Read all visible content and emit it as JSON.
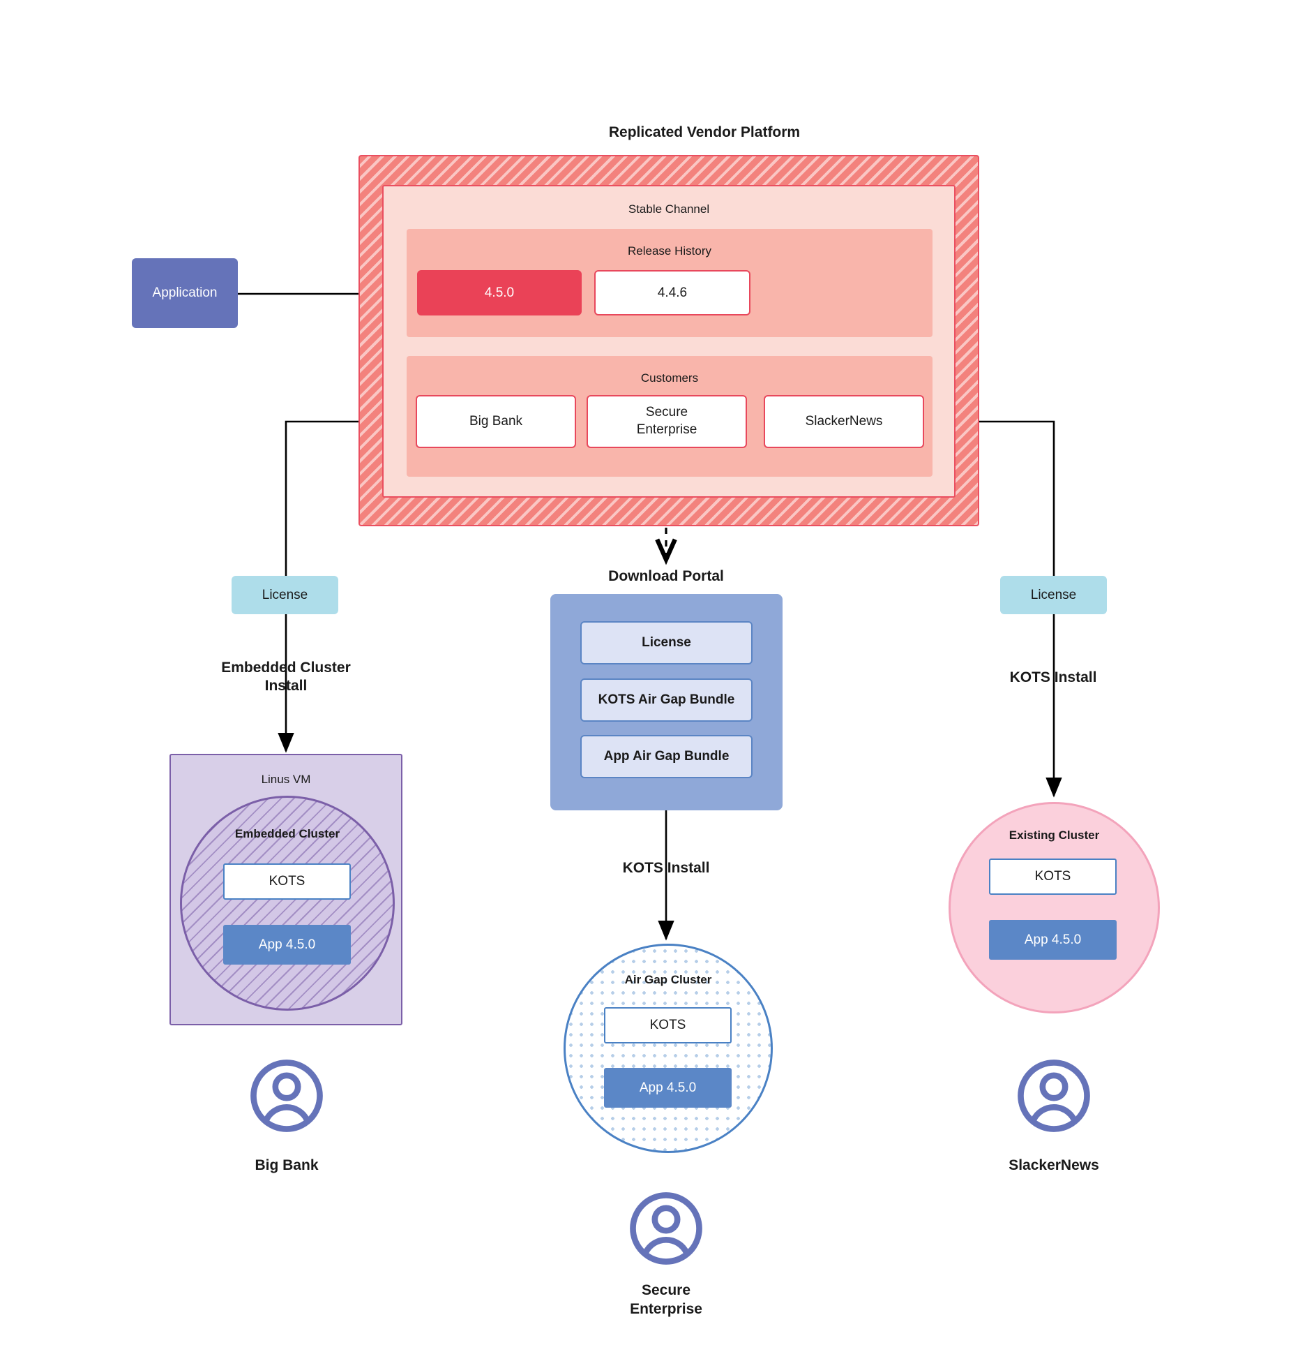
{
  "diagram": {
    "title": "Replicated Vendor Platform",
    "application_label": "Application",
    "channel_label": "Stable Channel",
    "release_history_label": "Release History",
    "releases": [
      {
        "version": "4.5.0",
        "state": "current"
      },
      {
        "version": "4.4.6",
        "state": "previous"
      }
    ],
    "customers_label": "Customers",
    "customers": [
      {
        "name": "Big Bank"
      },
      {
        "name": "Secure\nEnterprise"
      },
      {
        "name": "SlackerNews"
      }
    ],
    "license_badge_left": "License",
    "license_badge_right": "License",
    "flow_labels": {
      "left": "Embedded Cluster\nInstall",
      "center_portal": "Download  Portal",
      "center_install": "KOTS Install",
      "right": "KOTS Install"
    },
    "download_portal": {
      "title": "Download  Portal",
      "items": [
        "License",
        "KOTS Air Gap Bundle",
        "App Air Gap Bundle"
      ]
    },
    "targets": {
      "left": {
        "host_label": "Linus VM",
        "cluster_label": "Embedded Cluster",
        "kots_label": "KOTS",
        "app_label": "App 4.5.0",
        "persona": "Big Bank"
      },
      "center": {
        "cluster_label": "Air Gap Cluster",
        "kots_label": "KOTS",
        "app_label": "App 4.5.0",
        "persona": "Secure\nEnterprise"
      },
      "right": {
        "cluster_label": "Existing Cluster",
        "kots_label": "KOTS",
        "app_label": "App 4.5.0",
        "persona": "SlackerNews"
      }
    },
    "colors": {
      "platform_hatch": "#f3827d",
      "platform_border": "#ea4f60",
      "channel_bg": "#fbdcd6",
      "band_bg": "#f9b5ab",
      "release_current": "#ea4257",
      "application": "#6573b9",
      "license": "#aeddea",
      "portal": "#8fa8d8",
      "portal_item": "#dde3f5",
      "vm": "#d8cfe8",
      "vm_border": "#7b5fa8",
      "airgap_border": "#4a81c4",
      "existing_cluster": "#fbd0dc",
      "existing_cluster_border": "#f3a3bb",
      "app_version": "#5b87c7",
      "avatar": "#6573b9"
    }
  }
}
